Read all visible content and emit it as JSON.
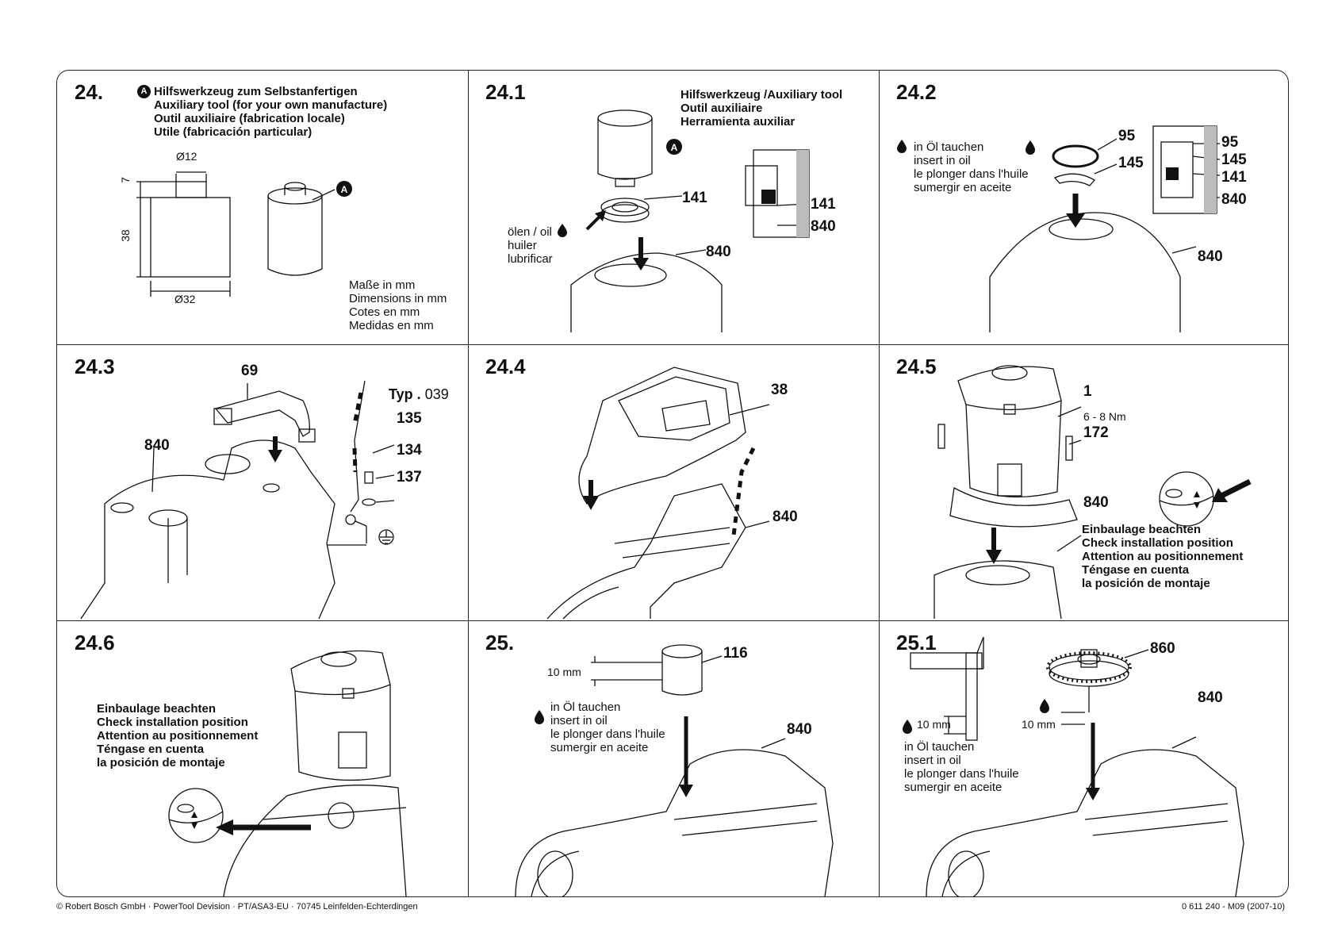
{
  "panels": {
    "p24": {
      "number": "24.",
      "badge": "A",
      "title_lines": [
        "Hilfswerkzeug zum Selbstanfertigen",
        "Auxiliary tool (for your own manufacture)",
        "Outil auxiliaire (fabrication locale)",
        "Utile (fabricación particular)"
      ],
      "dims": {
        "d12": "Ø12",
        "d7": "7",
        "d38": "38",
        "d32": "Ø32"
      },
      "units_lines": [
        "Maße in mm",
        "Dimensions in mm",
        "Cotes en mm",
        "Medidas en mm"
      ]
    },
    "p241": {
      "number": "24.1",
      "title_lines": [
        "Hilfswerkzeug /Auxiliary tool",
        "Outil auxiliaire",
        "Herramienta auxiliar"
      ],
      "badge": "A",
      "oil_lines": [
        "ölen / oil",
        "huiler",
        "lubrificar"
      ],
      "labels": {
        "a": "141",
        "b": "840",
        "c": "141",
        "d": "840"
      }
    },
    "p242": {
      "number": "24.2",
      "oil_lines": [
        "in Öl tauchen",
        "insert in oil",
        "le plonger dans l'huile",
        "sumergir en aceite"
      ],
      "labels": {
        "a": "95",
        "b": "145",
        "c": "95",
        "d": "145",
        "e": "141",
        "f": "840",
        "g": "840"
      }
    },
    "p243": {
      "number": "24.3",
      "labels": {
        "a": "69",
        "b": "840",
        "c": "135",
        "d": "134",
        "e": "137"
      },
      "typ_label": "Typ .",
      "typ_value": "039"
    },
    "p244": {
      "number": "24.4",
      "labels": {
        "a": "38",
        "b": "840"
      }
    },
    "p245": {
      "number": "24.5",
      "labels": {
        "a": "1",
        "b": "172",
        "c": "840"
      },
      "torque": "6 - 8 Nm",
      "install_lines": [
        "Einbaulage beachten",
        "Check installation position",
        "Attention au positionnement",
        "Téngase en cuenta",
        "la posición de montaje"
      ]
    },
    "p246": {
      "number": "24.6",
      "install_lines": [
        "Einbaulage beachten",
        "Check installation position",
        "Attention au positionnement",
        "Téngase en cuenta",
        "la posición de montaje"
      ]
    },
    "p25": {
      "number": "25.",
      "dim": "10 mm",
      "oil_lines": [
        "in Öl tauchen",
        "insert in oil",
        "le plonger dans l'huile",
        "sumergir en aceite"
      ],
      "labels": {
        "a": "116",
        "b": "840"
      }
    },
    "p251": {
      "number": "25.1",
      "dim_a": "10 mm",
      "dim_b": "10 mm",
      "oil_lines": [
        "in Öl tauchen",
        "insert in oil",
        "le plonger dans l'huile",
        "sumergir en aceite"
      ],
      "labels": {
        "a": "860",
        "b": "840"
      }
    }
  },
  "footer": {
    "left": "© Robert Bosch GmbH · PowerTool Devision · PT/ASA3-EU · 70745 Leinfelden-Echterdingen",
    "right": "0 611 240 - M09 (2007-10)"
  }
}
